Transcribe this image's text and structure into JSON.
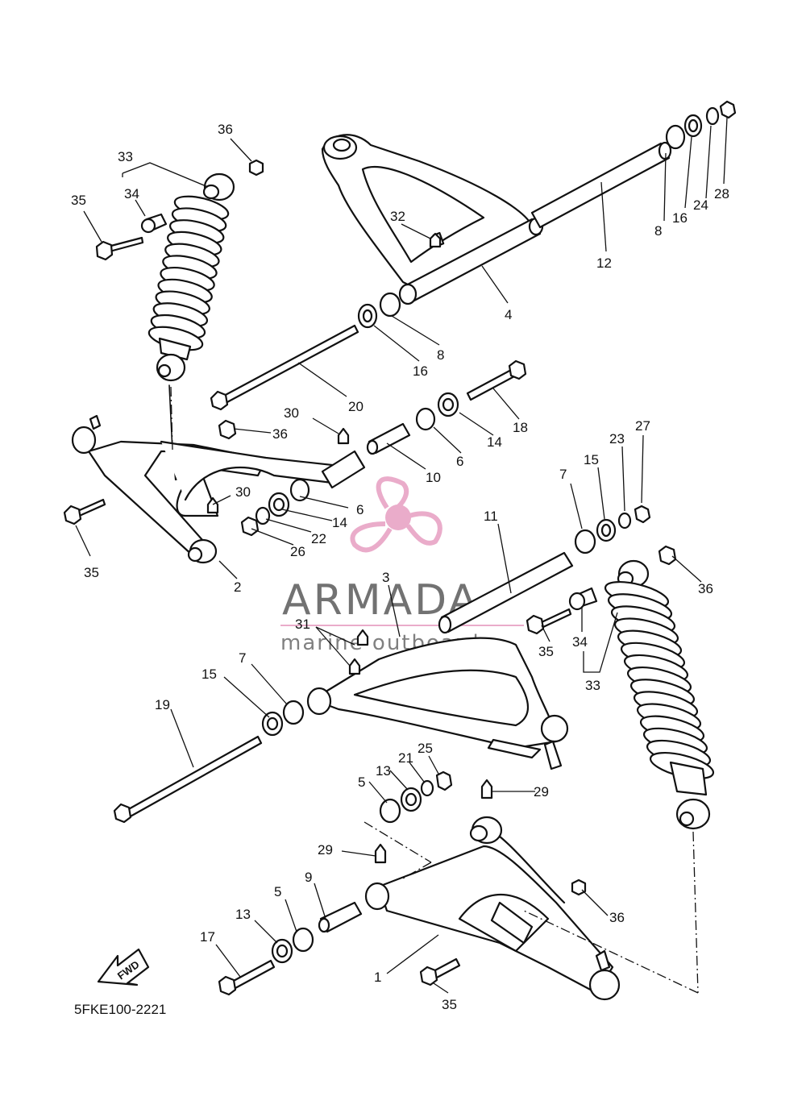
{
  "diagram_code": "5FKE100-2221",
  "watermark": {
    "title": "ARMADA",
    "subtitle": "marine outboards",
    "logo_color": "#e9a8c8",
    "text_color": "#6b6b6b"
  },
  "fwd_label": "FWD",
  "callouts": {
    "c1": "1",
    "c2": "2",
    "c3": "3",
    "c4": "4",
    "c5a": "5",
    "c5b": "5",
    "c6a": "6",
    "c6b": "6",
    "c7a": "7",
    "c7b": "7",
    "c8a": "8",
    "c8b": "8",
    "c9": "9",
    "c10": "10",
    "c11": "11",
    "c12": "12",
    "c13a": "13",
    "c13b": "13",
    "c14a": "14",
    "c14b": "14",
    "c15a": "15",
    "c15b": "15",
    "c16a": "16",
    "c16b": "16",
    "c17": "17",
    "c18": "18",
    "c19": "19",
    "c20": "20",
    "c21": "21",
    "c22": "22",
    "c23": "23",
    "c24": "24",
    "c25": "25",
    "c26": "26",
    "c27": "27",
    "c28": "28",
    "c29a": "29",
    "c29b": "29",
    "c30a": "30",
    "c30b": "30",
    "c31": "31",
    "c32": "32",
    "c33a": "33",
    "c33b": "33",
    "c34a": "34",
    "c34b": "34",
    "c35a": "35",
    "c35b": "35",
    "c35c": "35",
    "c35d": "35",
    "c36a": "36",
    "c36b": "36",
    "c36c": "36",
    "c36d": "36"
  }
}
